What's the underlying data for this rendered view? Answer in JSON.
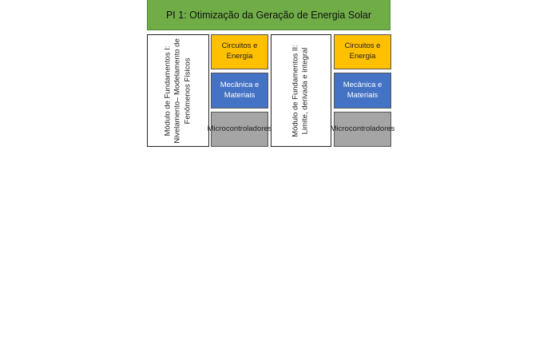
{
  "header": {
    "title": "PI 1: Otimização da Geração de Energia Solar",
    "color": "#70ad47"
  },
  "modules": [
    {
      "label": "Módulo de Fundamentos I: Nivelamento– Modelamento de Fenômenos Físicos"
    },
    {
      "label": "Módulo de Fundamentos II: Limite, derivada e integral"
    }
  ],
  "components": [
    {
      "label": "Circuitos e Energia",
      "color": "#ffc000"
    },
    {
      "label": "Mecânica e Materiais",
      "color": "#4472c4"
    },
    {
      "label": "Microcontroladores",
      "color": "#a5a5a5"
    }
  ]
}
